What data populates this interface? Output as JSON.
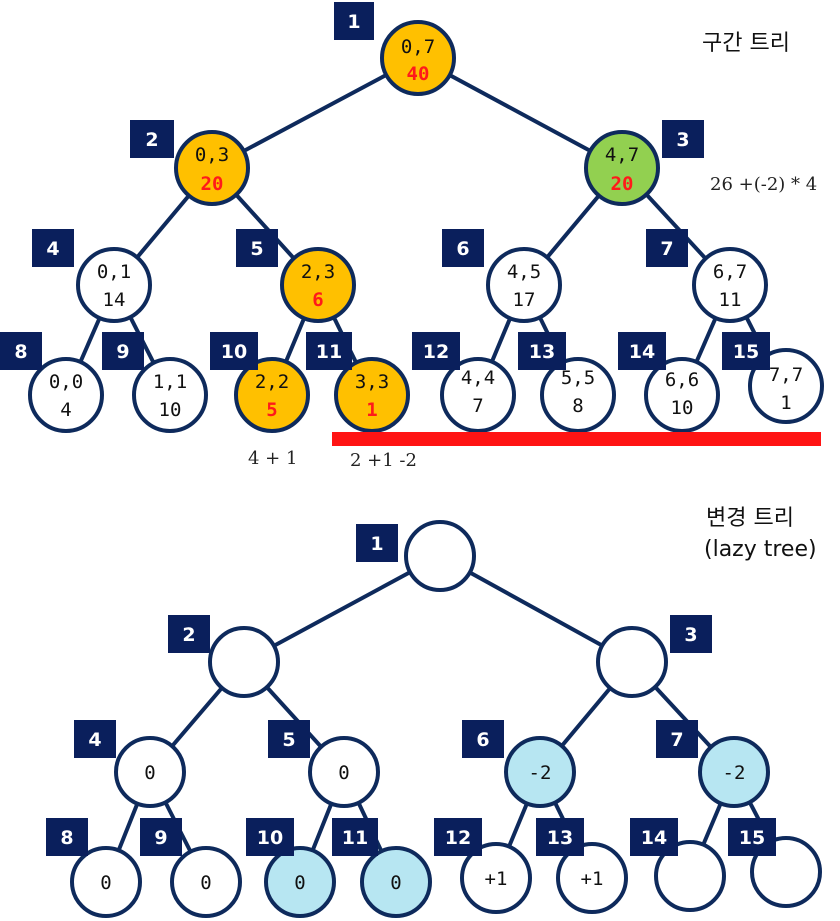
{
  "colors": {
    "line": "#0e2a5c",
    "default_fill": "#ffffff",
    "orange_fill": "#ffc000",
    "green_fill": "#92d050",
    "blue_fill": "#b7e6f2",
    "highlight_text": "#ff1a1a",
    "index_box": "#0a1f5c",
    "range_marker": "#ff1414"
  },
  "segment_tree": {
    "title": "구간 트리",
    "nodes": [
      {
        "index": "1",
        "range": "0,7",
        "value": "40",
        "fill": "orange",
        "highlight": true
      },
      {
        "index": "2",
        "range": "0,3",
        "value": "20",
        "fill": "orange",
        "highlight": true
      },
      {
        "index": "3",
        "range": "4,7",
        "value": "20",
        "fill": "green",
        "highlight": true
      },
      {
        "index": "4",
        "range": "0,1",
        "value": "14",
        "fill": "white",
        "highlight": false
      },
      {
        "index": "5",
        "range": "2,3",
        "value": "6",
        "fill": "orange",
        "highlight": true
      },
      {
        "index": "6",
        "range": "4,5",
        "value": "17",
        "fill": "white",
        "highlight": false
      },
      {
        "index": "7",
        "range": "6,7",
        "value": "11",
        "fill": "white",
        "highlight": false
      },
      {
        "index": "8",
        "range": "0,0",
        "value": "4",
        "fill": "white",
        "highlight": false
      },
      {
        "index": "9",
        "range": "1,1",
        "value": "10",
        "fill": "white",
        "highlight": false
      },
      {
        "index": "10",
        "range": "2,2",
        "value": "5",
        "fill": "orange",
        "highlight": true
      },
      {
        "index": "11",
        "range": "3,3",
        "value": "1",
        "fill": "orange",
        "highlight": true
      },
      {
        "index": "12",
        "range": "4,4",
        "value": "7",
        "fill": "white",
        "highlight": false
      },
      {
        "index": "13",
        "range": "5,5",
        "value": "8",
        "fill": "white",
        "highlight": false
      },
      {
        "index": "14",
        "range": "6,6",
        "value": "10",
        "fill": "white",
        "highlight": false
      },
      {
        "index": "15",
        "range": "7,7",
        "value": "1",
        "fill": "white",
        "highlight": false
      }
    ],
    "notes": {
      "node3": "26 +(-2) * 4",
      "node10": "4 + 1",
      "node11": "2 +1 -2"
    }
  },
  "lazy_tree": {
    "title_line1": "변경 트리",
    "title_line2": "(lazy tree)",
    "nodes": [
      {
        "index": "1",
        "value": "",
        "fill": "white"
      },
      {
        "index": "2",
        "value": "",
        "fill": "white"
      },
      {
        "index": "3",
        "value": "",
        "fill": "white"
      },
      {
        "index": "4",
        "value": "0",
        "fill": "white"
      },
      {
        "index": "5",
        "value": "0",
        "fill": "white"
      },
      {
        "index": "6",
        "value": "-2",
        "fill": "blue"
      },
      {
        "index": "7",
        "value": "-2",
        "fill": "blue"
      },
      {
        "index": "8",
        "value": "0",
        "fill": "white"
      },
      {
        "index": "9",
        "value": "0",
        "fill": "white"
      },
      {
        "index": "10",
        "value": "0",
        "fill": "blue"
      },
      {
        "index": "11",
        "value": "0",
        "fill": "blue"
      },
      {
        "index": "12",
        "value": "+1",
        "fill": "white"
      },
      {
        "index": "13",
        "value": "+1",
        "fill": "white"
      },
      {
        "index": "14",
        "value": "",
        "fill": "white"
      },
      {
        "index": "15",
        "value": "",
        "fill": "white"
      }
    ]
  }
}
